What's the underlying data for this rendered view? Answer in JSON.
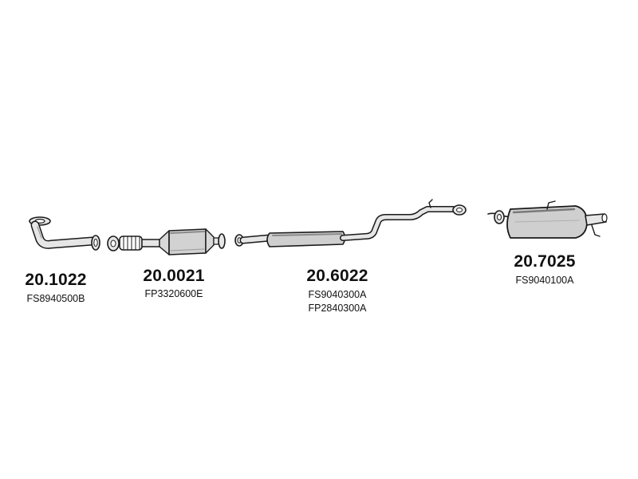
{
  "parts": [
    {
      "part_number": "20.1022",
      "refs": [
        "FS8940500B"
      ],
      "icon": "front-pipe-icon"
    },
    {
      "part_number": "20.0021",
      "refs": [
        "FP3320600E"
      ],
      "icon": "catalytic-converter-icon"
    },
    {
      "part_number": "20.6022",
      "refs": [
        "FS9040300A",
        "FP2840300A"
      ],
      "icon": "centre-pipe-silencer-icon"
    },
    {
      "part_number": "20.7025",
      "refs": [
        "FS9040100A"
      ],
      "icon": "rear-silencer-icon"
    }
  ],
  "colors": {
    "outline": "#1a1a1a",
    "shade": "#bcbcbc",
    "light": "#e6e6e6",
    "text": "#111111"
  }
}
